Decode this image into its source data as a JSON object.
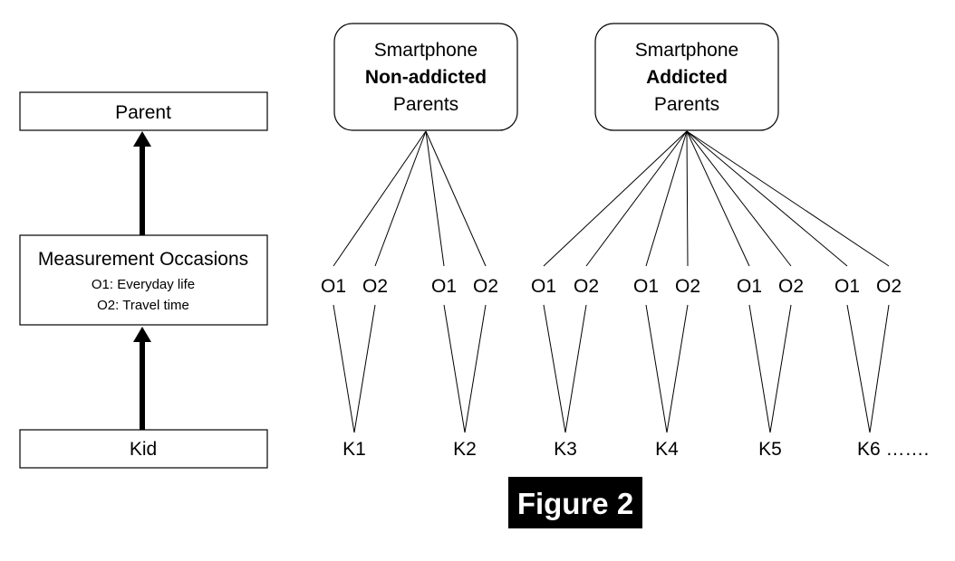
{
  "legend": {
    "parent": "Parent",
    "occasions_title": "Measurement Occasions",
    "occasion_1": "O1: Everyday life",
    "occasion_2": "O2: Travel time",
    "kid": "Kid"
  },
  "groups": {
    "non_addicted": {
      "line1": "Smartphone",
      "line2": "Non-addicted",
      "line3": "Parents"
    },
    "addicted": {
      "line1": "Smartphone",
      "line2": "Addicted",
      "line3": "Parents"
    }
  },
  "occasion_labels": [
    "O1",
    "O2",
    "O1",
    "O2",
    "O1",
    "O2",
    "O1",
    "O2",
    "O1",
    "O2",
    "O1",
    "O2"
  ],
  "kids": [
    "K1",
    "K2",
    "K3",
    "K4",
    "K5",
    "K6 ……."
  ],
  "figure_label": "Figure 2"
}
